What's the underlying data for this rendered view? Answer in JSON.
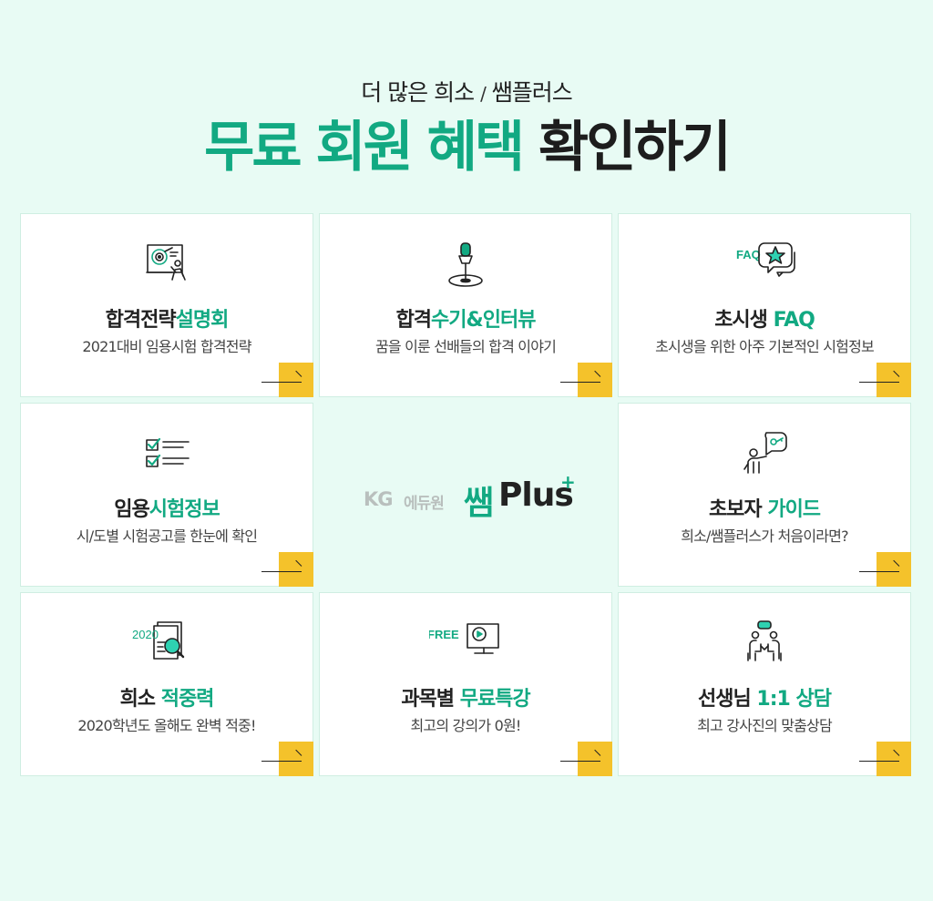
{
  "header": {
    "subtitle_pre": "더 많은 희소",
    "subtitle_slash": "/",
    "subtitle_post": "쌤플러스",
    "title_green": "무료 회원 혜택",
    "title_black": "확인하기"
  },
  "brand": {
    "kg": "KG",
    "edu": "에듀원",
    "ssam": "쌤",
    "plus": "Plus",
    "sup": "+"
  },
  "icon_texts": {
    "faq": "FAQ",
    "year": "2020",
    "free": "FREE"
  },
  "cards": [
    {
      "title_black": "합격전략",
      "title_green": "설명회",
      "desc": "2021대비 임용시험 합격전략",
      "icon": "presentation-target-icon"
    },
    {
      "title_black": "합격",
      "title_green": "수기&인터뷰",
      "desc": "꿈을 이룬 선배들의 합격 이야기",
      "icon": "microphone-stand-icon"
    },
    {
      "title_black": "초시생 ",
      "title_green": "FAQ",
      "desc": "초시생을 위한 아주 기본적인 시험정보",
      "icon": "faq-chat-star-icon"
    },
    {
      "title_black": "임용",
      "title_green": "시험정보",
      "desc": "시/도별 시험공고를 한눈에 확인",
      "icon": "checklist-icon"
    },
    {
      "title_black": "초보자 ",
      "title_green": "가이드",
      "desc": "희소/쌤플러스가 처음이라면?",
      "icon": "person-key-bubble-icon"
    },
    {
      "title_black": "희소 ",
      "title_green": "적중력",
      "desc": "2020학년도 올해도 완벽 적중!",
      "icon": "document-magnifier-icon"
    },
    {
      "title_black": "과목별 ",
      "title_green": "무료특강",
      "desc": "최고의 강의가 0원!",
      "icon": "free-video-monitor-icon"
    },
    {
      "title_black": "선생님 ",
      "title_green": "1:1 상담",
      "desc": "최고 강사진의 맞춤상담",
      "icon": "consultation-people-icon"
    }
  ],
  "colors": {
    "accent": "#12a982",
    "arrow_bg": "#f4c22b",
    "background": "#e8fbf4"
  }
}
